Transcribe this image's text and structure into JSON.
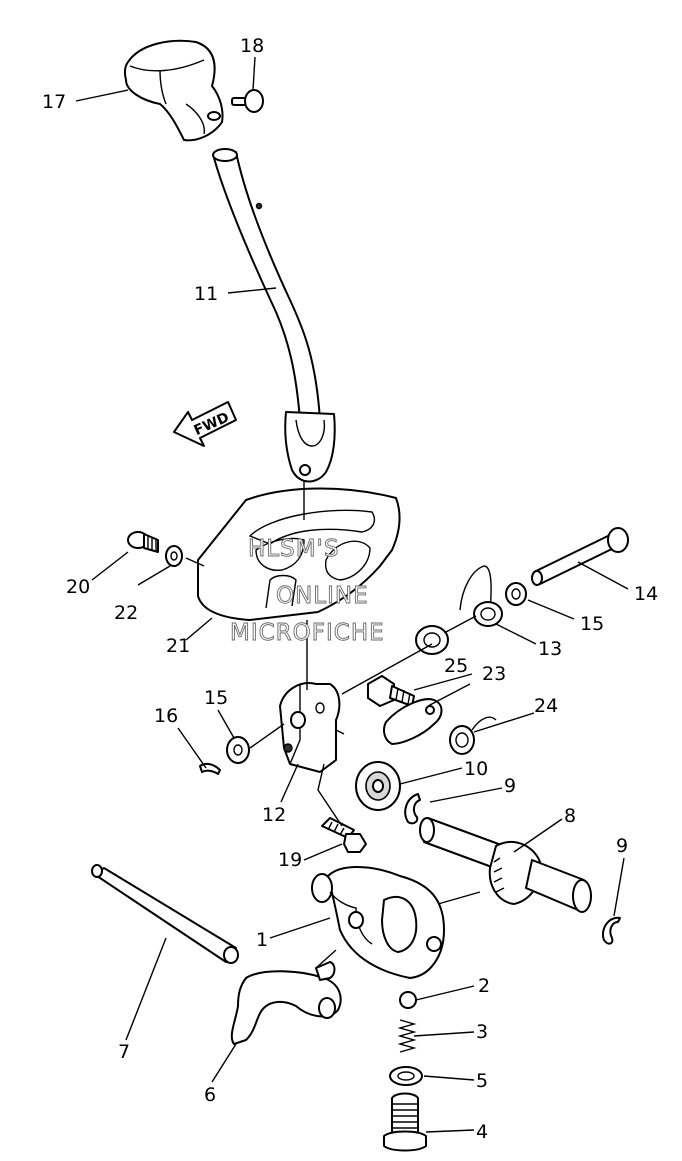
{
  "watermark": {
    "line1": "HLSM'S",
    "line2": "ONLINE",
    "line3": "MICROFICHE"
  },
  "direction_arrow": "FWD",
  "callouts": {
    "n1": "1",
    "n2": "2",
    "n3": "3",
    "n4": "4",
    "n5": "5",
    "n6": "6",
    "n7": "7",
    "n8": "8",
    "n9a": "9",
    "n9b": "9",
    "n10": "10",
    "n11": "11",
    "n12": "12",
    "n13": "13",
    "n14": "14",
    "n15a": "15",
    "n15b": "15",
    "n16": "16",
    "n17": "17",
    "n18": "18",
    "n19": "19",
    "n20": "20",
    "n21": "21",
    "n22": "22",
    "n23": "23",
    "n24": "24",
    "n25": "25"
  }
}
